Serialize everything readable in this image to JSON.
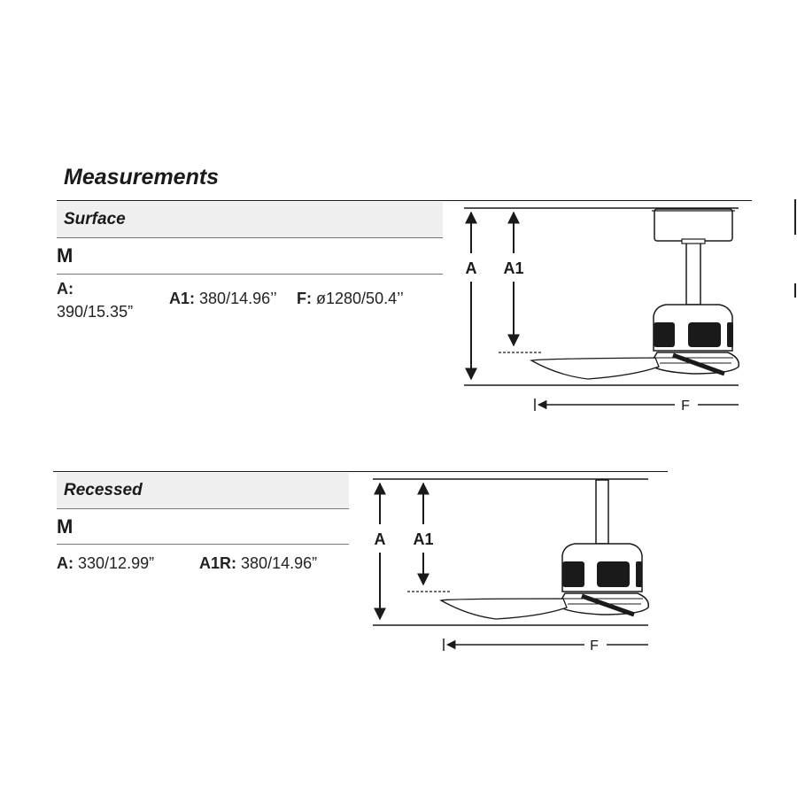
{
  "title": "Measurements",
  "surface": {
    "heading": "Surface",
    "model": "M",
    "specs": [
      {
        "label": "A:",
        "value": "390/15.35”"
      },
      {
        "label": "A1:",
        "value": "380/14.96’’"
      },
      {
        "label": "F:",
        "value": "ø1280/50.4’’"
      }
    ],
    "diagram": {
      "label_a": "A",
      "label_a1": "A1",
      "label_f": "F"
    }
  },
  "recessed": {
    "heading": "Recessed",
    "model": "M",
    "specs": [
      {
        "label": "A:",
        "value": "330/12.99”"
      },
      {
        "label": "A1R:",
        "value": "380/14.96”"
      }
    ],
    "diagram": {
      "label_a": "A",
      "label_a1": "A1",
      "label_f": "F"
    }
  },
  "colors": {
    "ink": "#1a1a1a",
    "header_bg": "#f0f0f0"
  }
}
